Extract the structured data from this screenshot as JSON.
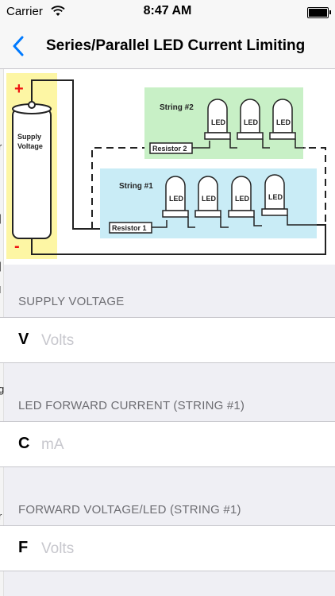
{
  "status": {
    "carrier": "Carrier",
    "time": "8:47 AM"
  },
  "nav": {
    "title": "Series/Parallel LED Current Limiting",
    "back_icon": "chevron-left-icon"
  },
  "diagram": {
    "plus": "+",
    "minus": "-",
    "supply_line1": "Supply",
    "supply_line2": "Voltage",
    "string2_label": "String #2",
    "string1_label": "String #1",
    "resistor2": "Resistor 2",
    "resistor1": "Resistor 1",
    "led": "LED"
  },
  "edge_glyphs": [
    "r",
    "]",
    "]",
    "I",
    "g",
    "r",
    "r"
  ],
  "fields": [
    {
      "header": "SUPPLY VOLTAGE",
      "label": "V",
      "placeholder": "Volts",
      "value": ""
    },
    {
      "header": "LED FORWARD CURRENT (STRING #1)",
      "label": "C",
      "placeholder": "mA",
      "value": ""
    },
    {
      "header": "FORWARD VOLTAGE/LED (STRING #1)",
      "label": "F",
      "placeholder": "Volts",
      "value": ""
    }
  ],
  "colors": {
    "accent": "#007aff",
    "battery_bg": "#fdf6a4",
    "string2_bg": "#c8f0c6",
    "string1_bg": "#c9ecf6"
  }
}
